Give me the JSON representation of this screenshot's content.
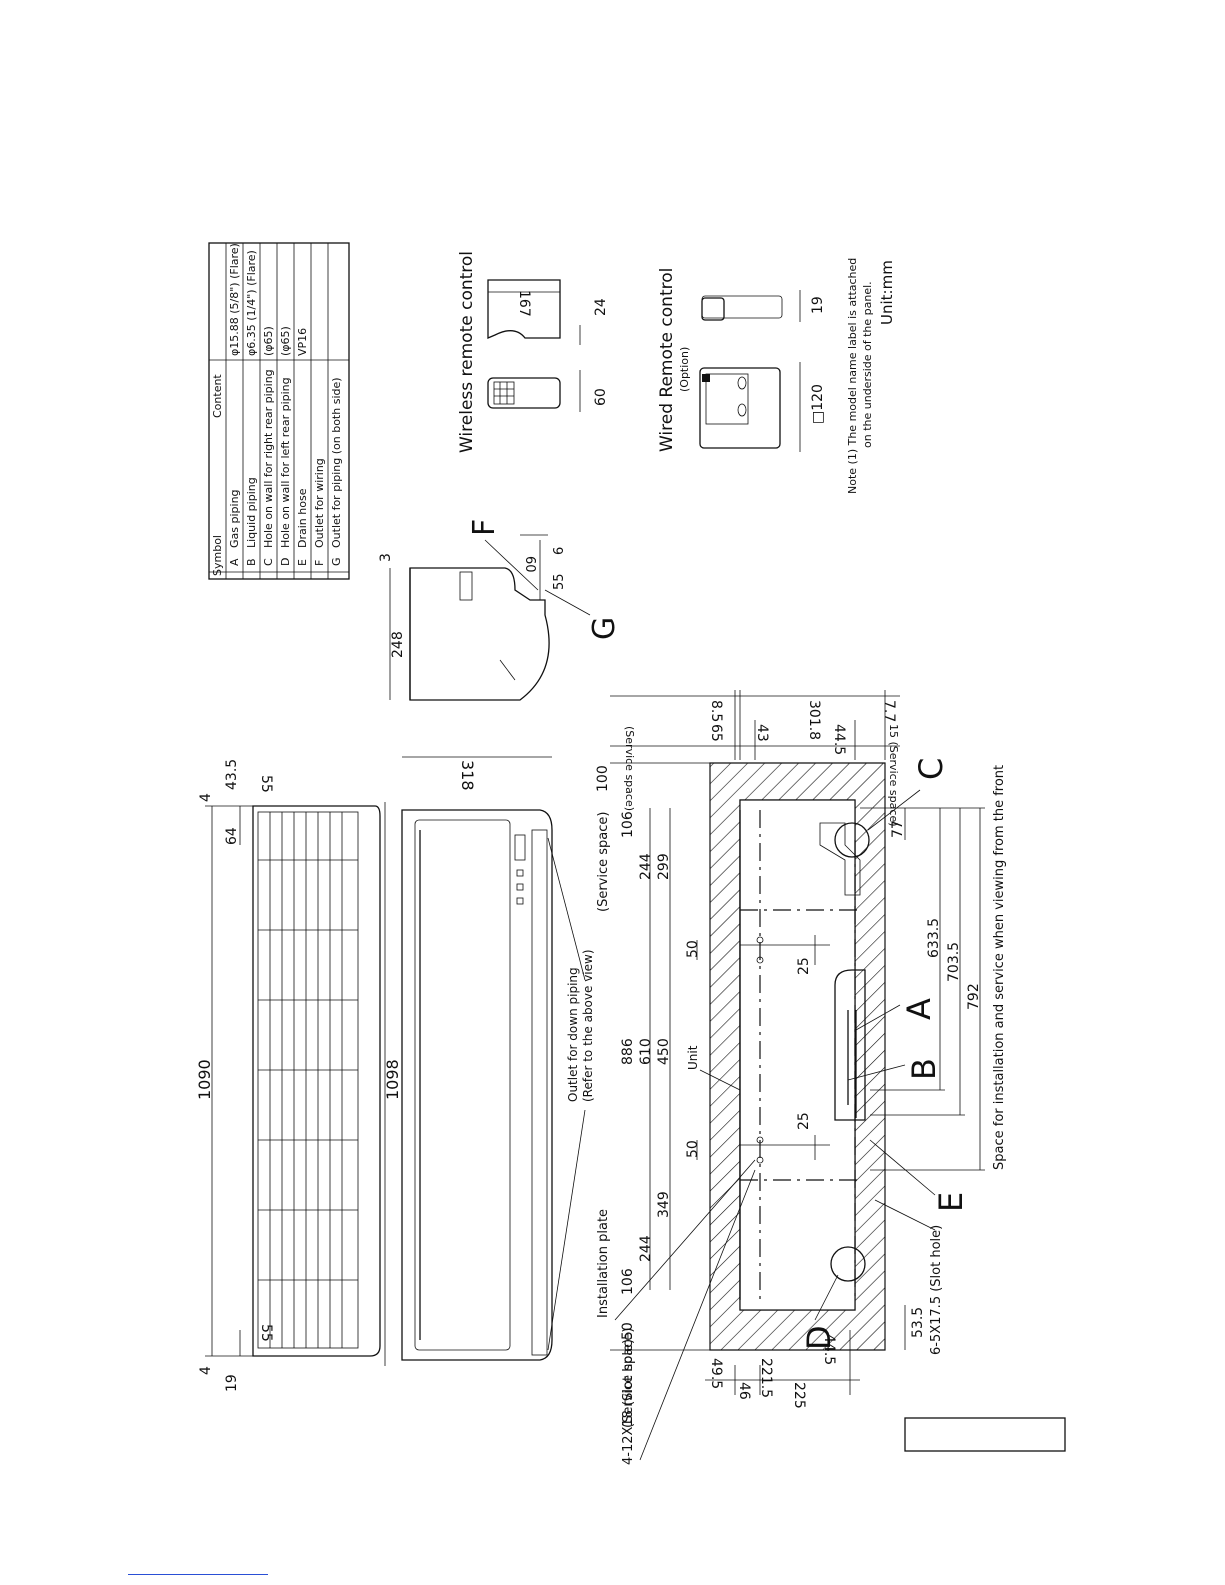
{
  "legend_table": {
    "headers": [
      "Symbol",
      "Content"
    ],
    "rows": [
      {
        "symbol": "A",
        "content": "Gas piping",
        "detail": "φ15.88 (5/8\") (Flare)"
      },
      {
        "symbol": "B",
        "content": "Liquid piping",
        "detail": "φ6.35 (1/4\") (Flare)"
      },
      {
        "symbol": "C",
        "content": "Hole on wall for right rear piping",
        "detail": "(φ65)"
      },
      {
        "symbol": "D",
        "content": "Hole on wall for left rear piping",
        "detail": "(φ65)"
      },
      {
        "symbol": "E",
        "content": "Drain hose",
        "detail": "VP16"
      },
      {
        "symbol": "F",
        "content": "Outlet for wiring",
        "detail": ""
      },
      {
        "symbol": "G",
        "content": "Outlet for piping (on both side)",
        "detail": ""
      }
    ]
  },
  "remotes": {
    "wireless_title": "Wireless remote control",
    "wired_title": "Wired Remote control",
    "wired_sub": "(Option)",
    "dims": {
      "w167": "167",
      "w60": "60",
      "w24": "24",
      "w120": "□120",
      "w19": "19"
    }
  },
  "notes": {
    "note1": "Note (1) The model name label is attached",
    "note1b": "on the underside of the panel.",
    "unit": "Unit:mm"
  },
  "top_view": {
    "d1090": "1090",
    "d4a": "4",
    "d4b": "4",
    "d435": "43.5",
    "d64": "64",
    "d55a": "55",
    "d19": "19",
    "d55b": "55"
  },
  "front_view": {
    "d1098": "1098",
    "d318": "318",
    "outlet1": "Outlet for down piping",
    "outlet2": "(Refer to the above view)"
  },
  "side_view": {
    "d248": "248",
    "d3": "3",
    "d60": "60",
    "d6": "6",
    "d55": "55",
    "labF": "F",
    "labG": "G"
  },
  "plate_view": {
    "service_space_top": "(Service space)",
    "d100": "100",
    "d106a": "106",
    "d244a": "244",
    "d299": "299",
    "d50a": "50",
    "d886": "886",
    "d610": "610",
    "d450": "450",
    "unit_label": "Unit",
    "d50b": "50",
    "d349": "349",
    "d244b": "244",
    "d106b": "106",
    "install_plate": "Installation plate",
    "service_space_left": "(Service space)",
    "d50c": "50",
    "slot1": "4-12X18 (Slot hole)",
    "slot2": "6-5X17.5 (Slot hole)",
    "d49": "49.5",
    "d2215": "221.5",
    "d46": "46",
    "d225": "225",
    "d445b": "44.5",
    "d535": "53.5",
    "d25a": "25",
    "d25b": "25",
    "d6335": "633.5",
    "d7035": "703.5",
    "d792": "792",
    "d77": "77",
    "right_service": "(Service space)",
    "d65": "65",
    "d43": "43",
    "d445": "44.5",
    "bottom_service": "15 (Service space)",
    "d85": "8.5",
    "d3018": "301.8",
    "d77b": "7.7",
    "labA": "A",
    "labB": "B",
    "labC": "C",
    "labD": "D",
    "labE": "E",
    "space_caption": "Space for installation and service when viewing from the front"
  }
}
